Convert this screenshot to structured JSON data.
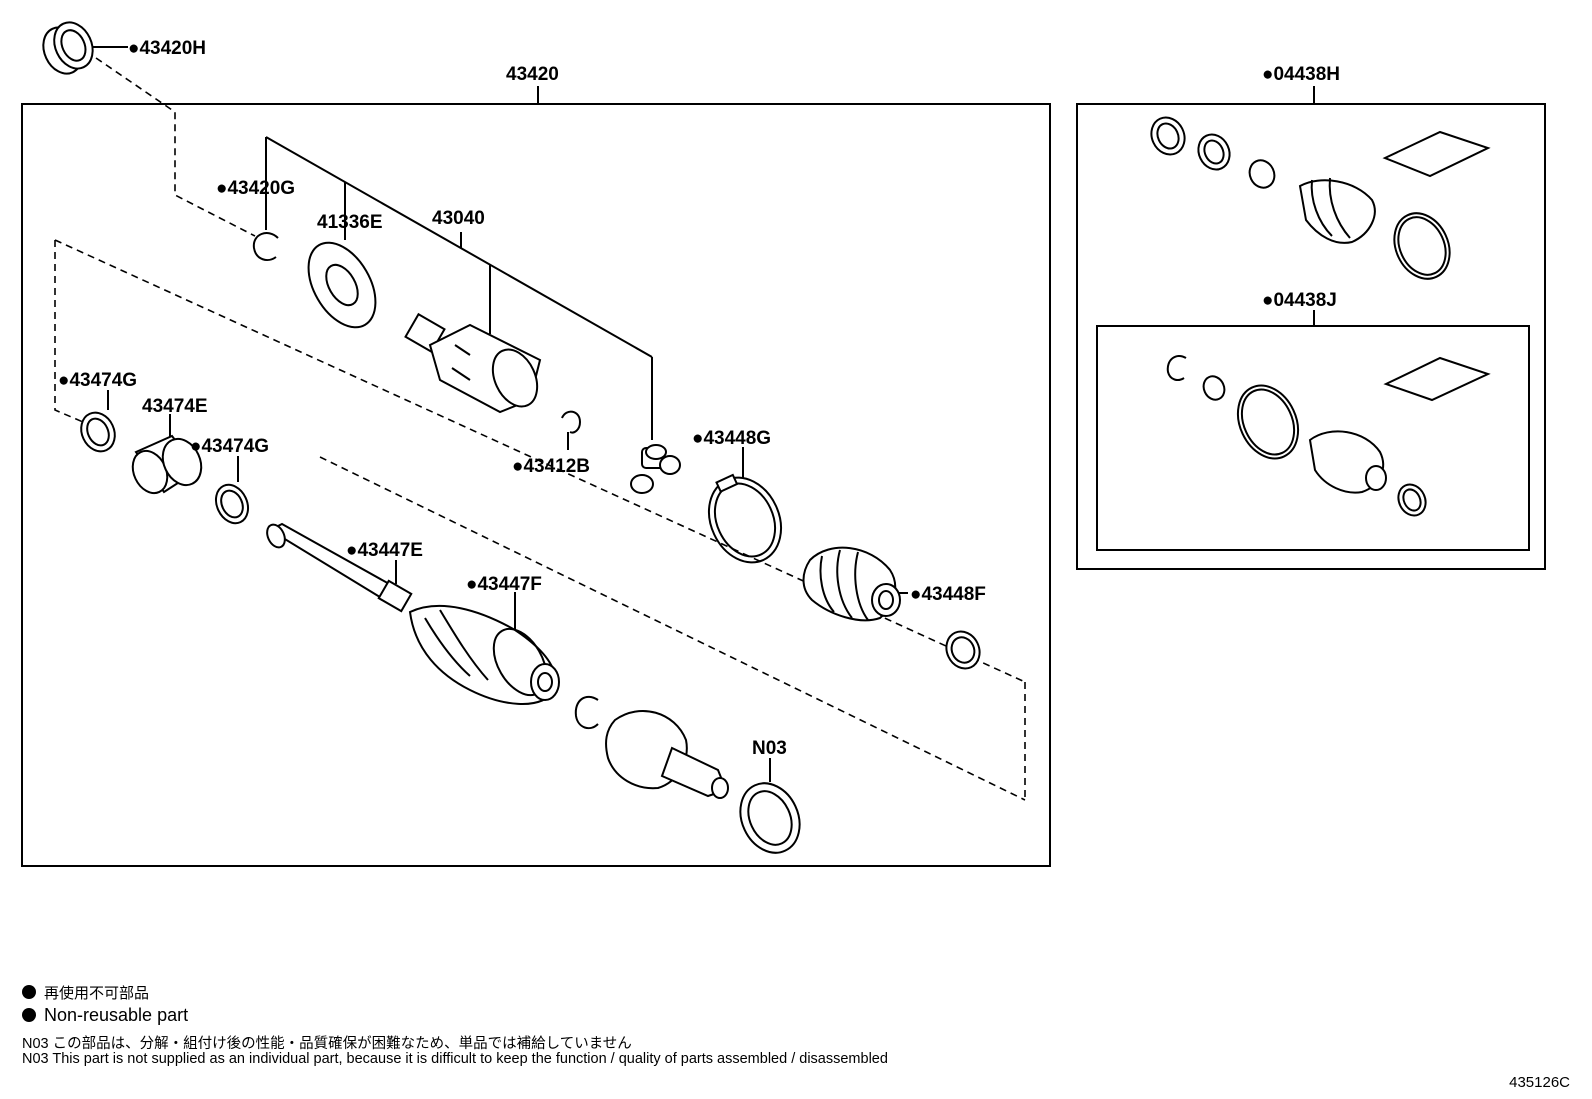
{
  "labels": {
    "p43420H": "●43420H",
    "p43420": "43420",
    "p43420G": "●43420G",
    "p41336E": "41336E",
    "p43040": "43040",
    "p43474G_a": "●43474G",
    "p43474E": "43474E",
    "p43474G_b": "●43474G",
    "p43412B": "●43412B",
    "p43448G": "●43448G",
    "p43447E": "●43447E",
    "p43447F": "●43447F",
    "p43448F": "●43448F",
    "pN03": "N03",
    "p04438H": "●04438H",
    "p04438J": "●04438J"
  },
  "legend": {
    "jp": "再使用不可部品",
    "en": "Non-reusable part",
    "note_jp": "N03 この部品は、分解・組付け後の性能・品質確保が困難なため、単品では補給していません",
    "note_en": "N03 This part is not supplied as an  individual part, because it is difficult to keep the function / quality of parts assembled / disassembled"
  },
  "figure_id": "435126C"
}
